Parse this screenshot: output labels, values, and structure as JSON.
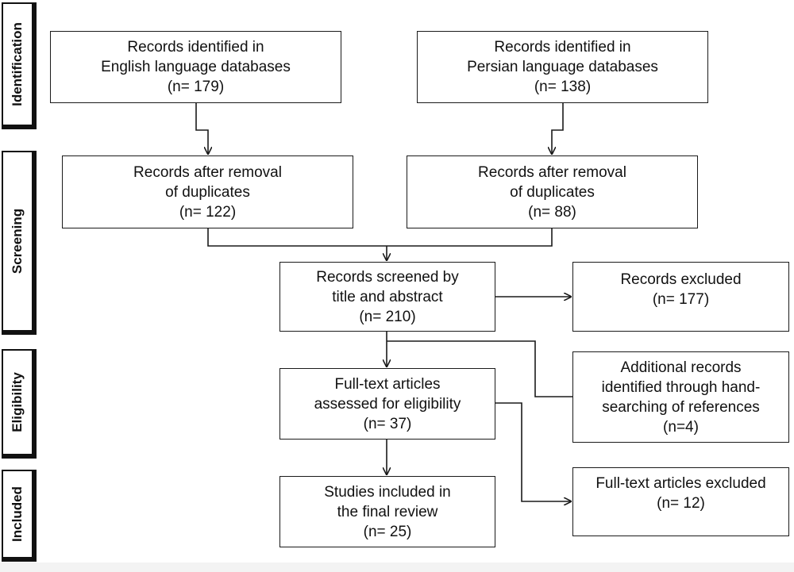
{
  "stages": {
    "identification": "Identification",
    "screening": "Screening",
    "eligibility": "Eligibility",
    "included": "Included"
  },
  "boxes": {
    "english_identified": {
      "line1": "Records identified in",
      "line2": "English language databases",
      "line3": "(n= 179)"
    },
    "persian_identified": {
      "line1": "Records identified in",
      "line2": "Persian language databases",
      "line3": "(n= 138)"
    },
    "english_dedup": {
      "line1": "Records after removal",
      "line2": "of duplicates",
      "line3": "(n= 122)"
    },
    "persian_dedup": {
      "line1": "Records after removal",
      "line2": "of duplicates",
      "line3": "(n= 88)"
    },
    "screened": {
      "line1": "Records screened by",
      "line2": "title and abstract",
      "line3": "(n= 210)"
    },
    "excluded": {
      "line1": "Records excluded",
      "line2": "(n= 177)"
    },
    "additional": {
      "line1": "Additional records",
      "line2": "identified through hand-",
      "line3": "searching of references",
      "line4": "(n=4)"
    },
    "fulltext_assessed": {
      "line1": "Full-text articles",
      "line2": "assessed for eligibility",
      "line3": "(n= 37)"
    },
    "fulltext_excluded": {
      "line1": "Full-text articles excluded",
      "line2": "(n= 12)"
    },
    "included": {
      "line1": "Studies included in",
      "line2": "the final review",
      "line3": "(n= 25)"
    }
  }
}
